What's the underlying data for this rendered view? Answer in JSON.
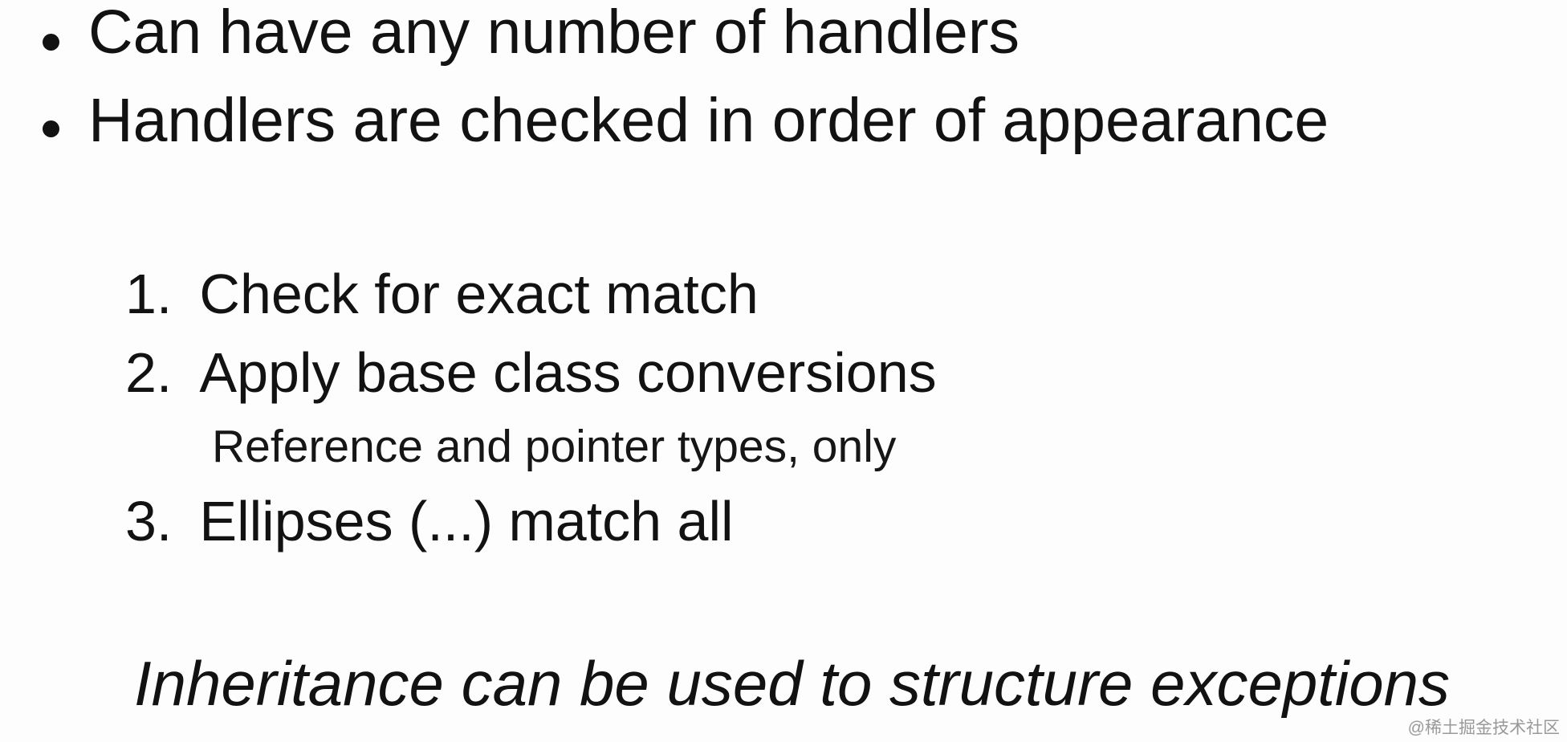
{
  "slide": {
    "bullets": [
      {
        "label": "Can have any number of handlers"
      },
      {
        "label": "Handlers are checked in order of appearance"
      }
    ],
    "numbered": [
      {
        "number": "1.",
        "label": "Check for exact match"
      },
      {
        "number": "2.",
        "label": "Apply base class conversions",
        "note": "Reference and pointer types, only"
      },
      {
        "number": "3.",
        "label": "Ellipses (...) match all"
      }
    ],
    "emphasis": "Inheritance can be used to structure exceptions",
    "watermark": "@稀土掘金技术社区",
    "colors": {
      "text": "#121212",
      "background": "#fdfdfd",
      "watermark": "#878787"
    }
  }
}
